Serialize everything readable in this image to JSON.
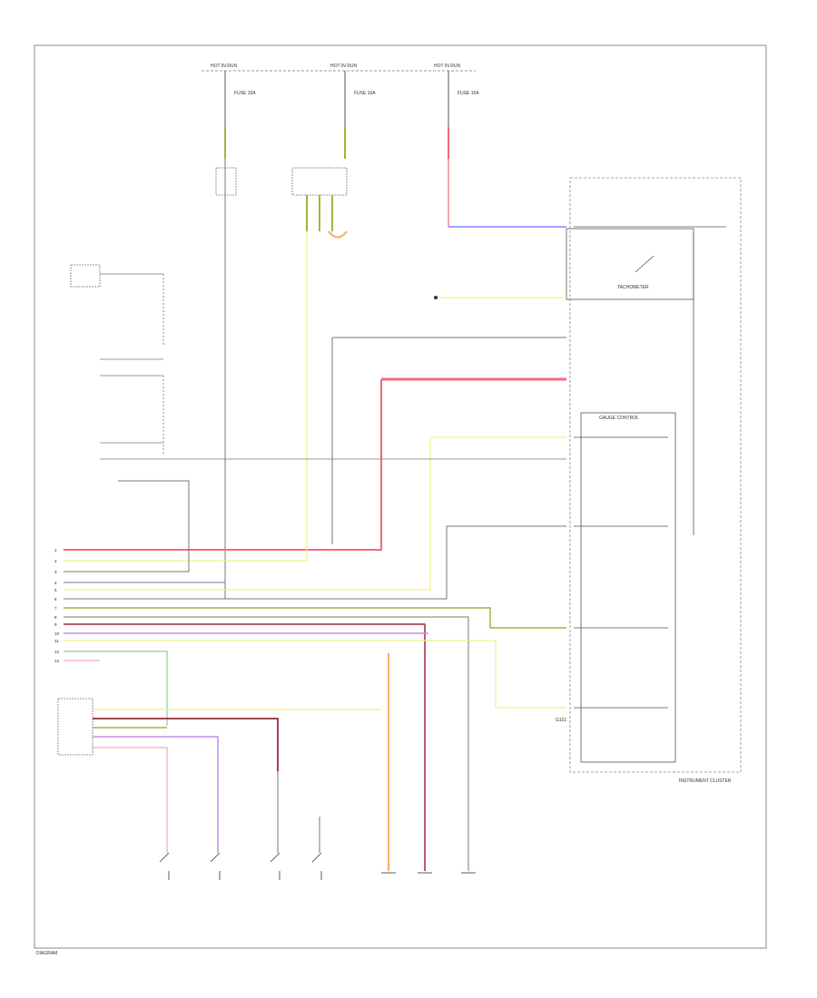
{
  "diagram": {
    "fuses": [
      "HOT IN RUN",
      "HOT IN RUN",
      "HOT IN RUN"
    ],
    "fuse_details": [
      "FUSE 10A",
      "FUSE 10A",
      "FUSE 10A"
    ],
    "components": {
      "instrument_cluster": "INSTRUMENT CLUSTER",
      "tachometer": "TACHOMETER",
      "gauge_control": "GAUGE CONTROL",
      "ground_label": "G101",
      "footer_code": "DIAGRAM"
    },
    "left_pins": [
      "1",
      "2",
      "3",
      "4",
      "5",
      "6",
      "7",
      "8",
      "9",
      "10",
      "11",
      "12",
      "13"
    ],
    "wire_colors": {
      "red": "#f26a7a",
      "yellow": "#f4f08a",
      "green": "#8fd08a",
      "purple": "#c08ee8",
      "blue": "#6b6bff",
      "orange": "#f0b060",
      "pink": "#f7a8b8",
      "olive": "#a8b040",
      "darkred": "#9a2a3a",
      "black": "#444444"
    }
  }
}
